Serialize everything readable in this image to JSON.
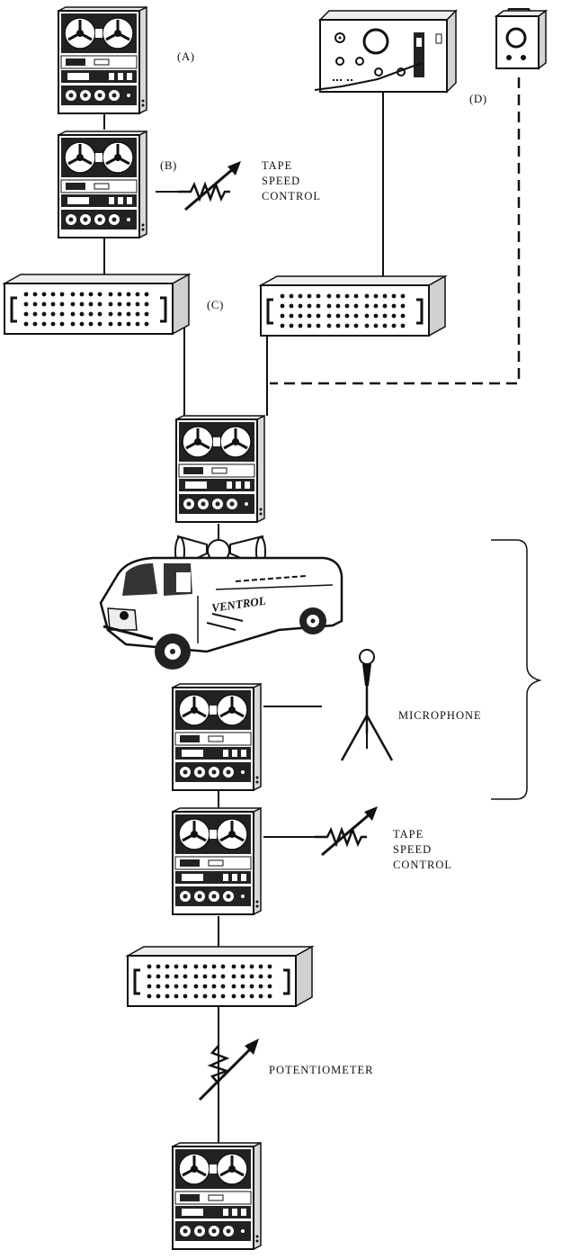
{
  "labels": {
    "a": "(A)",
    "b": "(B)",
    "c": "(C)",
    "d": "(D)",
    "tape_speed_control_1": [
      "TAPE",
      "SPEED",
      "CONTROL"
    ],
    "tape_speed_control_2": [
      "TAPE",
      "SPEED",
      "CONTROL"
    ],
    "microphone": "MICROPHONE",
    "potentiometer": "POTENTIOMETER"
  },
  "van_lettering": "VENTROL",
  "icons": {
    "tape_recorder": "tape-recorder-icon",
    "patch_panel": "patch-panel-icon",
    "oscillator": "oscillator-icon",
    "oscilloscope": "oscilloscope-icon",
    "van": "sound-van-icon",
    "loudspeakers": "loudspeaker-horn-icon",
    "microphone": "microphone-stand-icon",
    "variable_resistor": "variable-resistor-icon"
  },
  "colors": {
    "ink": "#111111",
    "paper": "#ffffff"
  }
}
